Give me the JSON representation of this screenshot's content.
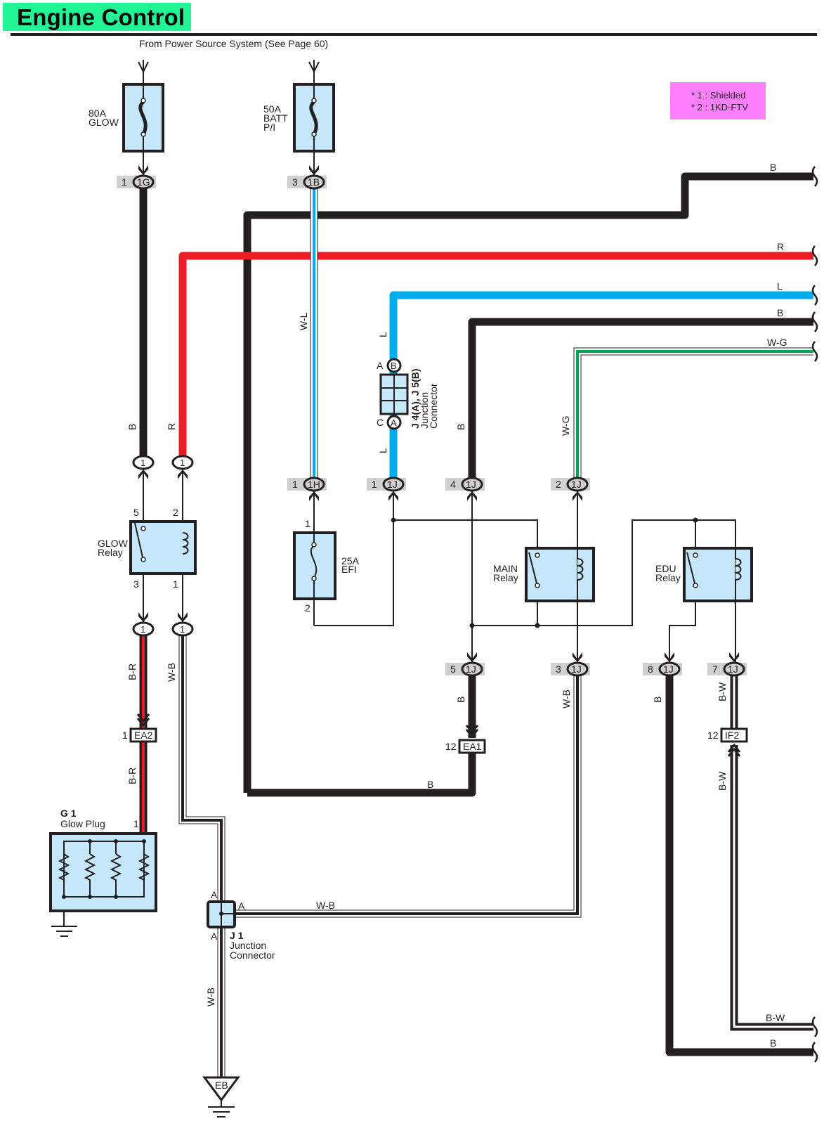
{
  "page": {
    "title": "Engine Control",
    "source_note": "From Power Source System (See Page 60)"
  },
  "legend": {
    "bg_color": "#ff80ff",
    "lines": [
      "* 1 : Shielded",
      "* 2 : 1KD-FTV"
    ]
  },
  "colors": {
    "wire_black": "#231f20",
    "wire_red": "#ed1c24",
    "wire_blue": "#00aeef",
    "wire_green": "#00a651",
    "component_fill": "#c6e7fa",
    "connector_tag_bg": "#d0d0d0"
  },
  "fuses": {
    "glow": {
      "line1": "80A",
      "line2": "GLOW"
    },
    "batt": {
      "line1": "50A",
      "line2": "BATT",
      "line3": "P/I"
    },
    "efi": {
      "line1": "25A",
      "line2": "EFI",
      "pin_top": "1",
      "pin_bottom": "2"
    }
  },
  "connectors": {
    "c1g": {
      "pin": "1",
      "id": "1G"
    },
    "c1b": {
      "pin": "3",
      "id": "1B"
    },
    "c1h": {
      "pin": "1",
      "id": "1H"
    },
    "c1j_1": {
      "pin": "1",
      "id": "1J"
    },
    "c1j_4": {
      "pin": "4",
      "id": "1J"
    },
    "c1j_2": {
      "pin": "2",
      "id": "1J"
    },
    "c1j_5": {
      "pin": "5",
      "id": "1J"
    },
    "c1j_3": {
      "pin": "3",
      "id": "1J"
    },
    "c1j_8": {
      "pin": "8",
      "id": "1J"
    },
    "c1j_7": {
      "pin": "7",
      "id": "1J"
    },
    "ea2": {
      "pin": "1",
      "id": "EA2"
    },
    "ea1": {
      "pin": "12",
      "id": "EA1"
    },
    "if2": {
      "pin": "12",
      "id": "IF2"
    },
    "glow_in_b": "1",
    "glow_in_r": "1",
    "glow_out_br": "1",
    "glow_out_wb": "1"
  },
  "relays": {
    "glow": {
      "line1": "GLOW",
      "line2": "Relay",
      "pins": [
        "5",
        "2",
        "3",
        "1"
      ]
    },
    "main": {
      "line1": "MAIN",
      "line2": "Relay"
    },
    "edu": {
      "line1": "EDU",
      "line2": "Relay"
    }
  },
  "junction_j4j5": {
    "name": "J 4(A), J 5(B)",
    "line2": "Junction",
    "line3": "Connector",
    "top_side": "A",
    "top_pin": "B",
    "bottom_side": "C",
    "bottom_pin": "A"
  },
  "junction_j1": {
    "name": "J 1",
    "line2": "Junction",
    "line3": "Connector",
    "pin_top": "A",
    "pin_right": "A",
    "pin_bottom": "A"
  },
  "glow_plug": {
    "name": "G 1",
    "desc": "Glow Plug",
    "pin": "1"
  },
  "ground_point": {
    "id": "EB"
  },
  "wire_labels": {
    "b_top_right": "B",
    "r_right": "R",
    "l_right": "L",
    "b_mid_right": "B",
    "wg_right": "W-G",
    "wl_vertical": "W-L",
    "l_upper": "L",
    "l_lower": "L",
    "b_main": "B",
    "wg_vertical": "W-G",
    "b_glow": "B",
    "r_glow": "R",
    "br_upper": "B-R",
    "br_lower": "B-R",
    "wb_glow": "W-B",
    "b_ea1": "B",
    "b_loop": "B",
    "wb_mid": "W-B",
    "wb_j1h": "W-B",
    "wb_ground": "W-B",
    "b_edu": "B",
    "bw_upper": "B-W",
    "bw_lower": "B-W",
    "bw_right": "B-W",
    "b_bottom_right": "B"
  }
}
